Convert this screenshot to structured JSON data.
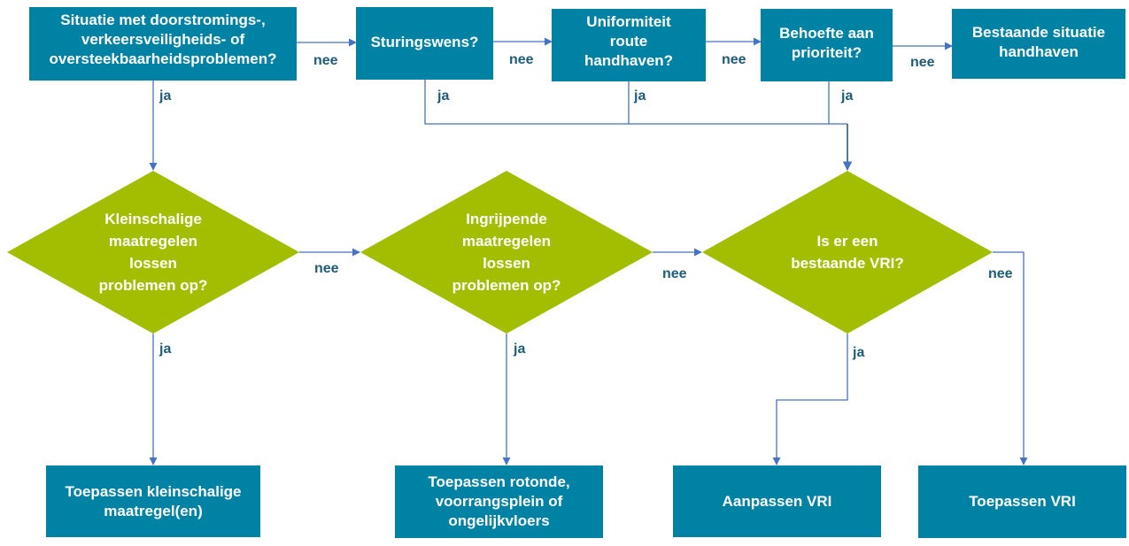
{
  "colors": {
    "box_fill": "#0082A4",
    "diamond_fill": "#A3BE00",
    "connector": "#4472C4",
    "label_text": "#1F5C78"
  },
  "boxes": {
    "situation": "Situatie met doorstromings-,\nverkeersveiligheids- of\noversteekbaarheidsproblemen?",
    "steering": "Sturingswens?",
    "uniformity": "Uniformiteit\nroute\nhandhaven?",
    "priority": "Behoefte aan\nprioriteit?",
    "maintain": "Bestaande situatie\nhandhaven",
    "apply_small": "Toepassen kleinschalige\nmaatregel(en)",
    "apply_roundabout": "Toepassen rotonde,\nvoorrangsplein of\nongelijkvloers",
    "adjust_vri": "Aanpassen VRI",
    "apply_vri": "Toepassen VRI"
  },
  "diamonds": {
    "small_measures": "Kleinschalige\nmaatregelen\nlossen\nproblemen op?",
    "major_measures": "Ingrijpende\nmaatregelen\nlossen\nproblemen op?",
    "existing_vri": "Is er een\nbestaande VRI?"
  },
  "labels": {
    "yes": "ja",
    "no": "nee"
  }
}
